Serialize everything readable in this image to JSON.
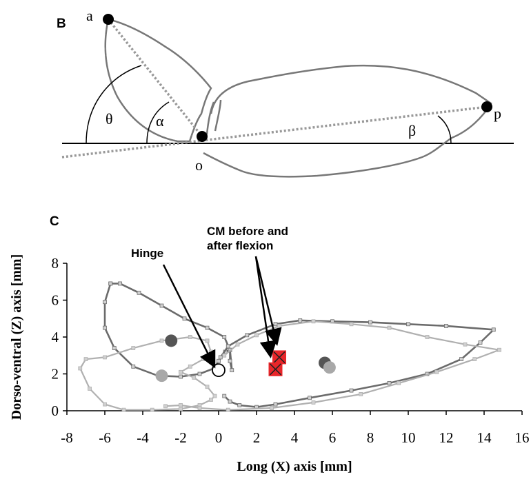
{
  "panel_b": {
    "label": "B",
    "point_labels": {
      "a": "a",
      "o": "o",
      "p": "p"
    },
    "angle_labels": {
      "theta": "θ",
      "alpha": "α",
      "beta": "β"
    }
  },
  "panel_c": {
    "label": "C",
    "annotations": {
      "hinge": "Hinge",
      "cm_line1": "CM before and",
      "cm_line2": "after flexion"
    }
  },
  "chart_data": {
    "type": "scatter",
    "title": "",
    "xlabel": "Long (X) axis [mm]",
    "ylabel": "Dorso-ventral (Z) axis [mm]",
    "xlim": [
      -8,
      16
    ],
    "ylim": [
      0,
      8
    ],
    "xticks": [
      "-8",
      "-6",
      "-4",
      "-2",
      "0",
      "2",
      "4",
      "6",
      "8",
      "10",
      "12",
      "14",
      "16"
    ],
    "yticks": [
      "0",
      "2",
      "4",
      "6",
      "8"
    ],
    "grid": false,
    "colors": {
      "flexed": "#6b6b6b",
      "extended": "#b0b0b0",
      "cm": "#e8262a"
    },
    "series": [
      {
        "style": "flexed",
        "color": "#6b6b6b",
        "points": [
          [
            -5.7,
            6.9
          ],
          [
            -6.0,
            5.9
          ],
          [
            -6.0,
            4.5
          ],
          [
            -5.5,
            3.4
          ],
          [
            -4.5,
            2.4
          ],
          [
            -3.2,
            1.9
          ],
          [
            -2.0,
            1.85
          ],
          [
            -1.0,
            2.0
          ],
          [
            -0.25,
            2.3
          ],
          [
            0.0,
            2.7
          ],
          [
            0.35,
            3.2
          ],
          [
            0.6,
            3.3
          ],
          [
            0.6,
            2.7
          ],
          [
            0.7,
            2.2
          ],
          [
            0.6,
            3.3
          ],
          [
            0.3,
            4.0
          ],
          [
            -0.6,
            4.5
          ],
          [
            -1.8,
            5.0
          ],
          [
            -3.0,
            5.7
          ],
          [
            -4.2,
            6.4
          ],
          [
            -5.2,
            6.9
          ],
          [
            -5.7,
            6.9
          ]
        ]
      },
      {
        "style": "flexed",
        "color": "#6b6b6b",
        "points": [
          [
            0.1,
            2.9
          ],
          [
            0.5,
            3.5
          ],
          [
            1.5,
            4.1
          ],
          [
            3.0,
            4.7
          ],
          [
            4.3,
            4.9
          ],
          [
            6.0,
            4.85
          ],
          [
            8.0,
            4.8
          ],
          [
            10.0,
            4.7
          ],
          [
            12.0,
            4.6
          ],
          [
            14.5,
            4.4
          ],
          [
            13.8,
            3.7
          ],
          [
            12.8,
            2.8
          ],
          [
            11.0,
            2.0
          ],
          [
            9.0,
            1.5
          ],
          [
            7.0,
            1.1
          ],
          [
            4.8,
            0.7
          ],
          [
            3.0,
            0.35
          ],
          [
            2.0,
            0.2
          ],
          [
            1.1,
            0.3
          ],
          [
            0.6,
            0.5
          ],
          [
            0.3,
            0.8
          ]
        ]
      },
      {
        "style": "extended",
        "color": "#b0b0b0",
        "points": [
          [
            -0.6,
            3.8
          ],
          [
            -1.5,
            4.0
          ],
          [
            -3.0,
            3.8
          ],
          [
            -4.5,
            3.4
          ],
          [
            -6.0,
            2.9
          ],
          [
            -7.0,
            2.8
          ],
          [
            -7.3,
            2.3
          ],
          [
            -6.8,
            1.2
          ],
          [
            -6.0,
            0.35
          ],
          [
            -5.0,
            0.05
          ],
          [
            -3.5,
            0.05
          ],
          [
            -2.0,
            0.1
          ],
          [
            -1.0,
            0.3
          ],
          [
            -0.4,
            0.6
          ],
          [
            -0.2,
            0.8
          ],
          [
            -0.6,
            1.3
          ],
          [
            -1.3,
            1.8
          ],
          [
            -2.0,
            2.1
          ],
          [
            -1.5,
            2.4
          ],
          [
            -0.8,
            2.8
          ],
          [
            -0.4,
            3.2
          ],
          [
            -0.6,
            3.8
          ]
        ]
      },
      {
        "style": "extended",
        "color": "#b0b0b0",
        "points": [
          [
            0.3,
            3.0
          ],
          [
            1.0,
            3.6
          ],
          [
            2.0,
            4.1
          ],
          [
            3.2,
            4.6
          ],
          [
            5.0,
            4.85
          ],
          [
            7.0,
            4.7
          ],
          [
            9.0,
            4.5
          ],
          [
            11.0,
            4.0
          ],
          [
            13.0,
            3.6
          ],
          [
            14.8,
            3.3
          ],
          [
            13.5,
            2.8
          ],
          [
            11.5,
            2.1
          ],
          [
            9.5,
            1.5
          ],
          [
            7.5,
            0.9
          ],
          [
            5.0,
            0.45
          ],
          [
            2.8,
            0.15
          ],
          [
            0.5,
            0.05
          ],
          [
            -1.0,
            0.15
          ],
          [
            -2.0,
            0.3
          ],
          [
            -2.8,
            0.25
          ]
        ]
      }
    ],
    "markers": [
      {
        "kind": "hinge",
        "x": 0.0,
        "y": 2.2
      },
      {
        "kind": "flexed-point",
        "x": -2.5,
        "y": 3.8,
        "color": "#555555"
      },
      {
        "kind": "extended-point",
        "x": -3.0,
        "y": 1.9,
        "color": "#a8a8a8"
      },
      {
        "kind": "flexed-point",
        "x": 5.6,
        "y": 2.6,
        "color": "#555555"
      },
      {
        "kind": "extended-point",
        "x": 5.85,
        "y": 2.35,
        "color": "#a8a8a8"
      },
      {
        "kind": "cm",
        "x": 3.2,
        "y": 2.9,
        "color": "#e8262a"
      },
      {
        "kind": "cm",
        "x": 3.0,
        "y": 2.25,
        "color": "#e8262a"
      }
    ]
  }
}
